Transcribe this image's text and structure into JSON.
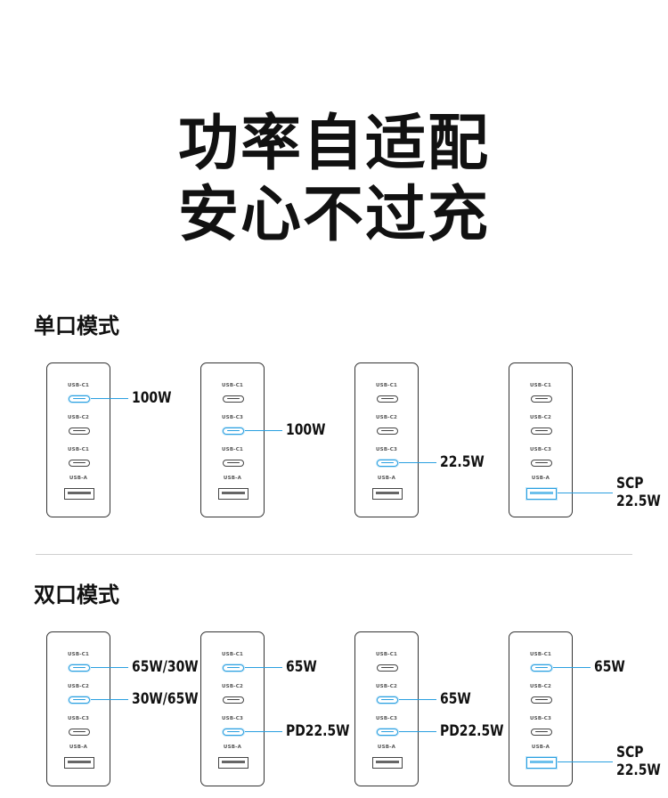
{
  "headline": {
    "line1": "功率自适配",
    "line2": "安心不过充"
  },
  "sections": [
    {
      "title": "单口模式",
      "chargers": [
        {
          "ports": [
            "USB-C1",
            "USB-C2",
            "USB-C1",
            "USB-A"
          ],
          "active": [
            0
          ],
          "labels": {
            "0": [
              "100W"
            ]
          }
        },
        {
          "ports": [
            "USB-C1",
            "USB-C3",
            "USB-C1",
            "USB-A"
          ],
          "active": [
            1
          ],
          "labels": {
            "1": [
              "100W"
            ]
          }
        },
        {
          "ports": [
            "USB-C1",
            "USB-C2",
            "USB-C3",
            "USB-A"
          ],
          "active": [
            2
          ],
          "labels": {
            "2": [
              "22.5W"
            ]
          }
        },
        {
          "ports": [
            "USB-C1",
            "USB-C2",
            "USB-C3",
            "USB-A"
          ],
          "active": [
            3
          ],
          "labels": {
            "3": [
              "SCP",
              "22.5W"
            ]
          }
        }
      ]
    },
    {
      "title": "双口模式",
      "chargers": [
        {
          "ports": [
            "USB-C1",
            "USB-C2",
            "USB-C3",
            "USB-A"
          ],
          "active": [
            0,
            1
          ],
          "labels": {
            "0": [
              "65W/30W"
            ],
            "1": [
              "30W/65W"
            ]
          }
        },
        {
          "ports": [
            "USB-C1",
            "USB-C2",
            "USB-C3",
            "USB-A"
          ],
          "active": [
            0,
            2
          ],
          "labels": {
            "0": [
              "65W"
            ],
            "2": [
              "PD22.5W"
            ]
          }
        },
        {
          "ports": [
            "USB-C1",
            "USB-C2",
            "USB-C3",
            "USB-A"
          ],
          "active": [
            1,
            2
          ],
          "labels": {
            "1": [
              "65W"
            ],
            "2": [
              "PD22.5W"
            ]
          }
        },
        {
          "ports": [
            "USB-C1",
            "USB-C2",
            "USB-C3",
            "USB-A"
          ],
          "active": [
            0,
            3
          ],
          "labels": {
            "0": [
              "65W"
            ],
            "3": [
              "SCP",
              "22.5W"
            ]
          }
        }
      ]
    }
  ],
  "colors": {
    "accent": "#2a9fe0",
    "outline": "#333333",
    "text": "#111111"
  }
}
